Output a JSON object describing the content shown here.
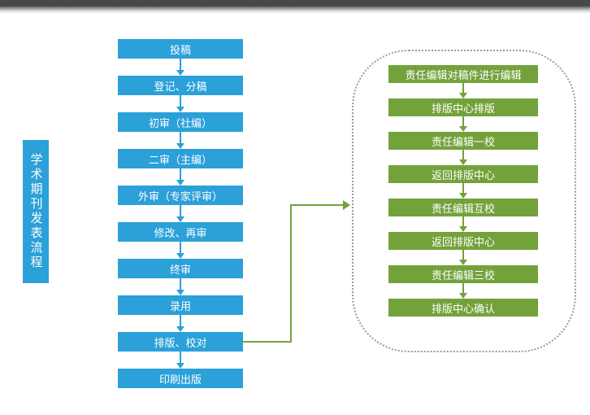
{
  "page": {
    "title_vertical": "学术期刊发表流程"
  },
  "main_flow": {
    "steps": [
      "投稿",
      "登记、分稿",
      "初审（社编）",
      "二审（主编）",
      "外审（专家评审）",
      "修改、再审",
      "终审",
      "录用",
      "排版、校对",
      "印刷出版"
    ]
  },
  "sub_flow": {
    "steps": [
      "责任编辑对稿件进行编辑",
      "排版中心排版",
      "责任编辑一校",
      "返回排版中心",
      "责任编辑互校",
      "返回排版中心",
      "责任编辑三校",
      "排版中心确认"
    ]
  },
  "colors": {
    "blue": "#2ba0d9",
    "green": "#73a23b",
    "frame": "#9b9b9b",
    "top_bar": "#47484a"
  }
}
